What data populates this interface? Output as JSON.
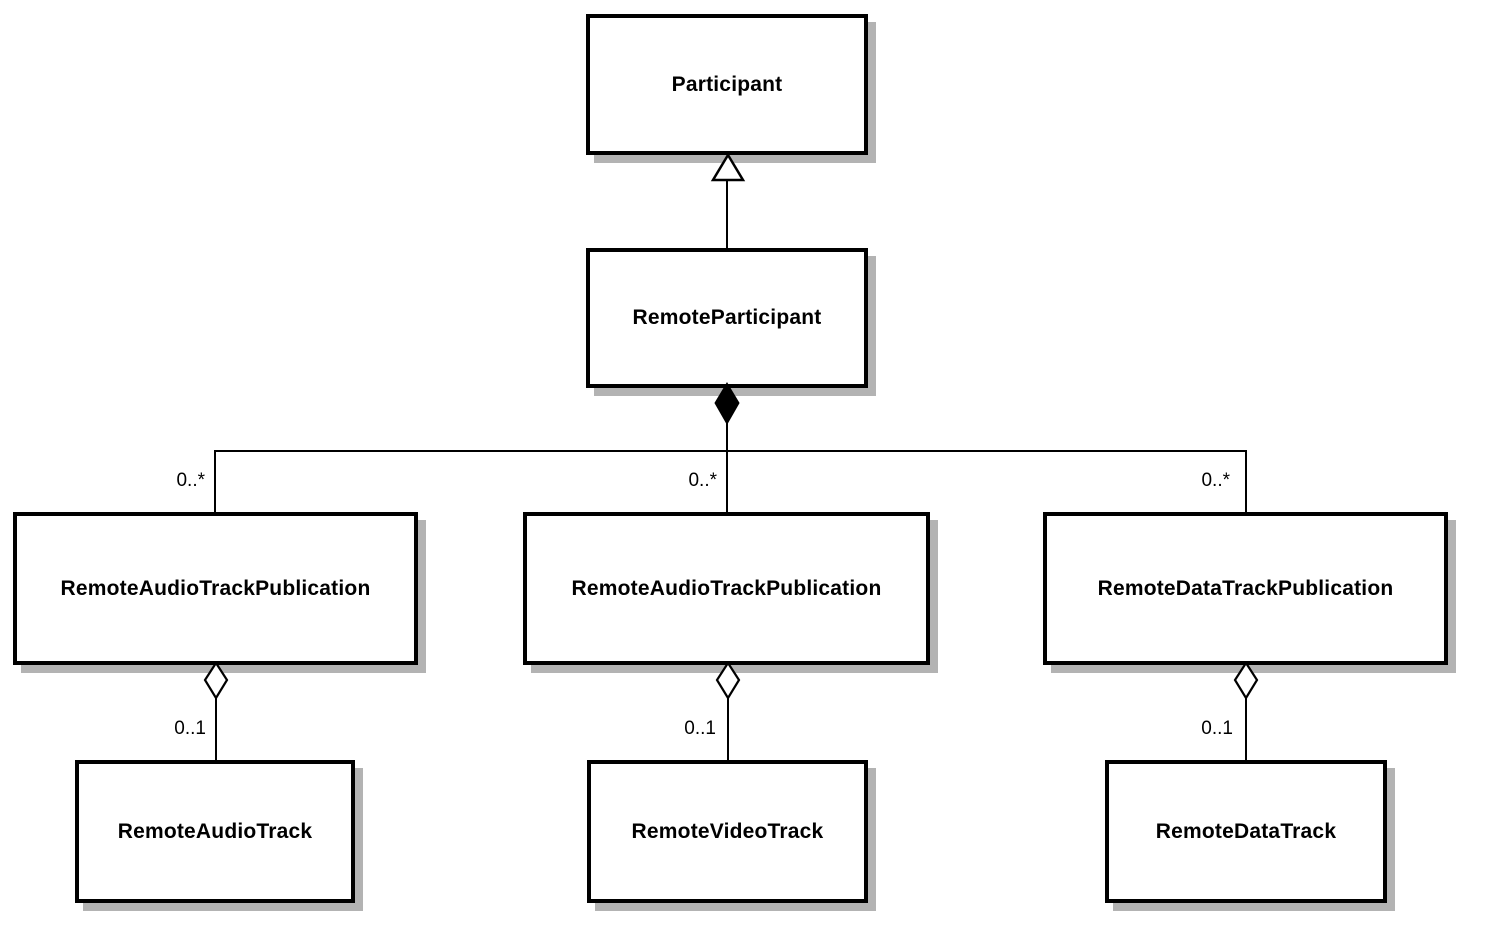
{
  "diagram": {
    "kind": "uml-class-diagram",
    "colors": {
      "box_fill": "#ffffff",
      "box_border": "#000000",
      "line": "#000000",
      "shadow": "#b3b3b3",
      "text": "#000000"
    },
    "classes": {
      "participant": "Participant",
      "remote_participant": "RemoteParticipant",
      "pub_left": "RemoteAudioTrackPublication",
      "pub_mid": "RemoteAudioTrackPublication",
      "pub_right": "RemoteDataTrackPublication",
      "track_left": "RemoteAudioTrack",
      "track_mid": "RemoteVideoTrack",
      "track_right": "RemoteDataTrack"
    },
    "multiplicities": {
      "many_left": "0..*",
      "many_mid": "0..*",
      "many_right": "0..*",
      "one_left": "0..1",
      "one_mid": "0..1",
      "one_right": "0..1"
    },
    "relations": {
      "inheritance": "RemoteParticipant --|> Participant",
      "composition": "RemoteParticipant *-- 0..* publications",
      "aggregation_left": "RemoteAudioTrackPublication o-- 0..1 RemoteAudioTrack",
      "aggregation_mid": "RemoteAudioTrackPublication o-- 0..1 RemoteVideoTrack",
      "aggregation_right": "RemoteDataTrackPublication o-- 0..1 RemoteDataTrack"
    }
  }
}
